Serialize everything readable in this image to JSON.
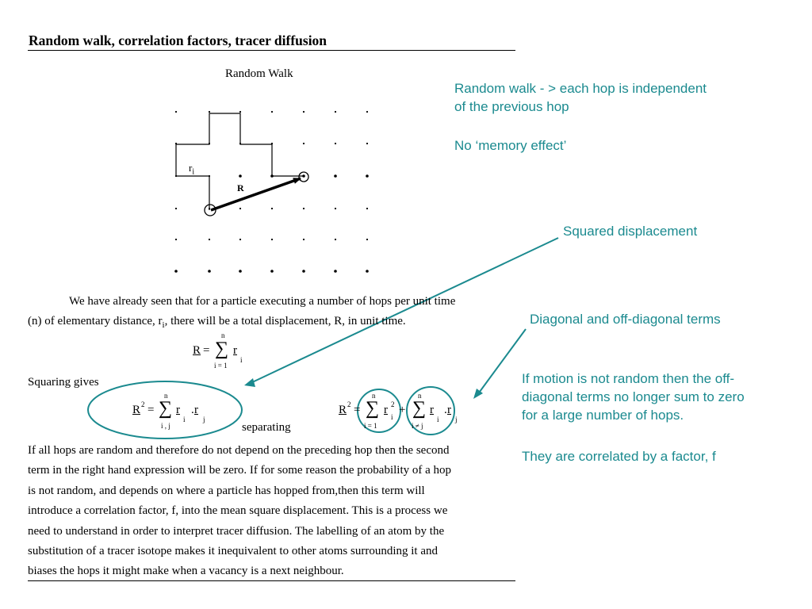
{
  "title": "Random walk, correlation factors, tracer diffusion",
  "figure": {
    "title": "Random Walk",
    "label_ri": "r",
    "label_ri_sub": "i",
    "label_R": "R"
  },
  "annotations": {
    "random_walk_line1": "Random walk - > each hop is independent",
    "random_walk_line2": "of the previous hop",
    "no_memory": "No ‘memory effect’",
    "squared_displacement": "Squared displacement",
    "diagonal_terms": "Diagonal and off-diagonal terms",
    "nonrandom_line1": "If motion is not random then the off-",
    "nonrandom_line2": "diagonal terms no longer sum to zero",
    "nonrandom_line3": "for a large number of hops.",
    "correlated": "They are correlated by a factor, f"
  },
  "text": {
    "intro_line1": "We have already seen that for a particle executing a number of hops per unit time",
    "intro_line2_a": "(n) of elementary distance, r",
    "intro_line2_sub": "i",
    "intro_line2_b": ", there will be a total displacement, R, in unit time.",
    "squaring": "Squaring gives",
    "separating": "separating"
  },
  "equations": {
    "eq1_lhs": "R",
    "eq1_eq": "=",
    "eq1_sum": "∑",
    "eq1_top": "n",
    "eq1_bottom": "i = 1",
    "eq1_term": "r",
    "eq1_sub": "i",
    "eq2_lhs": "R",
    "eq2_sup": "2",
    "eq2_eq": "=",
    "eq2_sum": "∑",
    "eq2_top": "n",
    "eq2_bottom": "i , j",
    "eq2_r1": "r",
    "eq2_i": "i",
    "eq2_dot": ".",
    "eq2_r2": "r",
    "eq2_j": "j",
    "eq3_lhs": "R",
    "eq3_sup": "2",
    "eq3_eq": "=",
    "eq3_sum1": "∑",
    "eq3_top1": "n",
    "eq3_bottom1": "i = 1",
    "eq3_r1": "r",
    "eq3_r1_sup": "2",
    "eq3_r1_sub": "i",
    "eq3_plus": "+",
    "eq3_sum2": "∑",
    "eq3_top2": "n",
    "eq3_bottom2": "i ≠ j",
    "eq3_r2": "r",
    "eq3_i": "i",
    "eq3_dot": ".",
    "eq3_r3": "r",
    "eq3_j": "j"
  },
  "paragraph": [
    "If all hops are random and therefore do not depend on the preceding hop then the second",
    "term in the right hand expression will be zero. If for some reason the probability of a hop",
    "is not random, and depends on where a particle has hopped from,then this term will",
    "introduce a correlation factor, f, into the mean square displacement. This is a process we",
    "need to understand in order to interpret tracer diffusion. The labelling of an atom by the",
    "substitution of a tracer isotope makes it inequivalent to other atoms surrounding it and",
    "biases the hops it might make when a vacancy is a next neighbour."
  ],
  "colors": {
    "accent": "#1b8a8f",
    "text": "#000000"
  }
}
